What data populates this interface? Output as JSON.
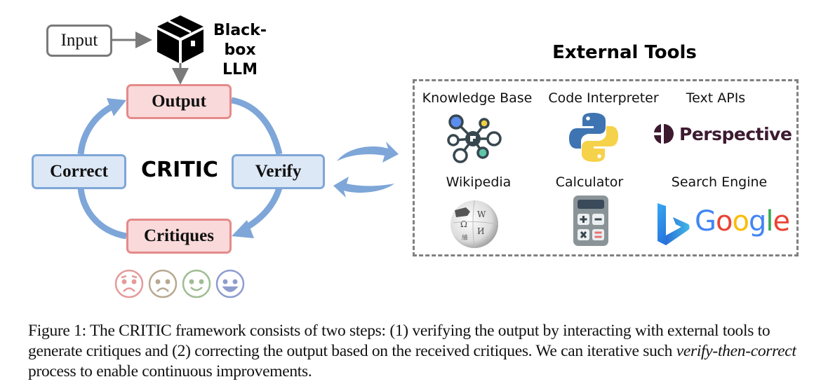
{
  "diagram": {
    "input_label": "Input",
    "llm_label_line1": "Black-box",
    "llm_label_line2": "LLM",
    "center_label": "CRITIC",
    "nodes": {
      "output": "Output",
      "verify": "Verify",
      "critiques": "Critiques",
      "correct": "Correct"
    },
    "emojis": [
      "anxious-face",
      "sad-face",
      "smile-face",
      "grin-face"
    ],
    "colors": {
      "red_fill": "#f9d9d9",
      "red_border": "#e58a8a",
      "blue_fill": "#dde8f6",
      "blue_border": "#7ea6d8",
      "cycle_arrow": "#7ea6d8"
    }
  },
  "tools": {
    "title": "External Tools",
    "items": [
      {
        "label": "Knowledge Base",
        "icon": "knowledge-graph-icon"
      },
      {
        "label": "Code Interpreter",
        "icon": "python-icon"
      },
      {
        "label": "Text APIs",
        "icon": "perspective-logo",
        "logo_text": "Perspective"
      },
      {
        "label": "Wikipedia",
        "icon": "wikipedia-globe-icon"
      },
      {
        "label": "Calculator",
        "icon": "calculator-icon"
      },
      {
        "label": "Search Engine",
        "icon": "bing-google-logo",
        "logo_text": "Google"
      }
    ]
  },
  "caption": {
    "part1": "Figure 1: The CRITIC framework consists of two steps: (1) verifying the output by interacting with external tools to generate critiques and (2) correcting the output based on the received critiques. We can iterative such ",
    "italic": "verify-then-correct",
    "part2": " process to enable continuous improvements."
  }
}
